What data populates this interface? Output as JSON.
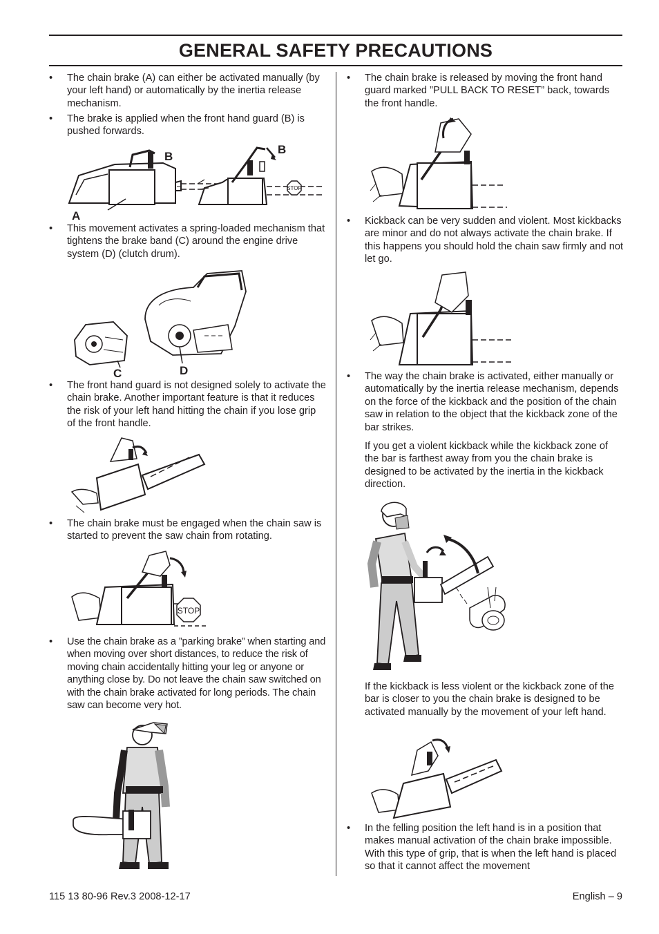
{
  "page": {
    "title": "GENERAL SAFETY PRECAUTIONS",
    "footer_left": "115 13 80-96 Rev.3 2008-12-17",
    "footer_right": "English – 9"
  },
  "left_column": {
    "items": [
      "The chain brake (A) can either be activated manually (by your left hand) or automatically by the inertia release mechanism.",
      "The brake is applied when the front hand guard (B) is pushed forwards.",
      "This movement activates a spring-loaded mechanism that tightens the brake band (C) around the engine drive system (D) (clutch drum).",
      "The front hand guard is not designed solely to activate the chain brake. Another important feature is that it reduces the risk of your left hand hitting the chain if you lose grip of the front handle.",
      "The chain brake must be engaged when the chain saw is started to prevent the saw chain from rotating.",
      "Use the chain brake as a ”parking brake” when starting and when moving over short distances, to reduce the risk of moving chain accidentally hitting your leg or anyone or anything close by. Do not leave the chain saw switched on with the chain brake activated for long periods. The chain saw can become very hot."
    ],
    "fig_labels": {
      "a": "A",
      "b": "B",
      "c": "C",
      "d": "D",
      "stop": "STOP"
    }
  },
  "right_column": {
    "items": [
      "The chain brake is released by moving the front hand guard marked ”PULL BACK TO RESET” back, towards the front handle.",
      "Kickback can be very sudden and violent. Most kickbacks are minor and do not always activate the chain brake. If this happens you should hold the chain saw firmly and not let go.",
      "The way the chain brake is activated, either manually or automatically by the inertia release mechanism, depends on the force of the kickback and the position of the chain saw in relation to the object that the kickback zone of the bar strikes.",
      "In the felling position the left hand is in a position that makes manual activation of the chain brake impossible. With this type of grip, that is when the left hand is placed so that it cannot affect the movement"
    ],
    "paragraphs": [
      "If you get a violent kickback while the kickback zone of the bar is farthest away from you the chain brake is designed to be activated by the inertia in the kickback direction.",
      "If the kickback is less violent or the kickback zone of the bar is closer to you the chain brake is designed to be activated manually by the movement of your left hand."
    ]
  }
}
